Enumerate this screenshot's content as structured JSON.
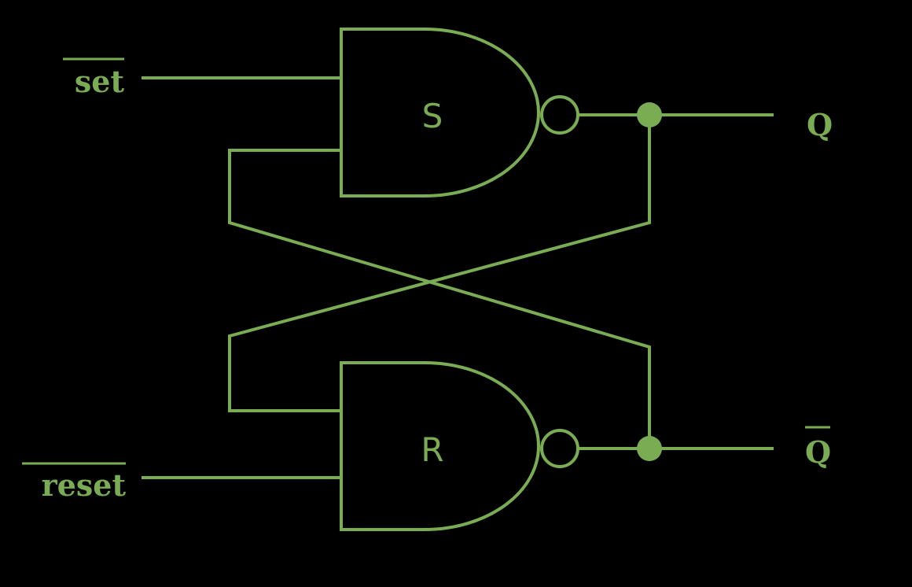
{
  "colors": {
    "background": "#000000",
    "line": "#7aac53",
    "text": "#7aac53"
  },
  "inputs": {
    "set": {
      "label": "set",
      "overbar": true
    },
    "reset": {
      "label": "reset",
      "overbar": true
    }
  },
  "outputs": {
    "q": {
      "label": "Q",
      "overbar": false
    },
    "q_bar": {
      "label": "Q",
      "overbar": true
    }
  },
  "gates": {
    "top": {
      "label": "S",
      "type": "NAND"
    },
    "bottom": {
      "label": "R",
      "type": "NAND"
    }
  }
}
